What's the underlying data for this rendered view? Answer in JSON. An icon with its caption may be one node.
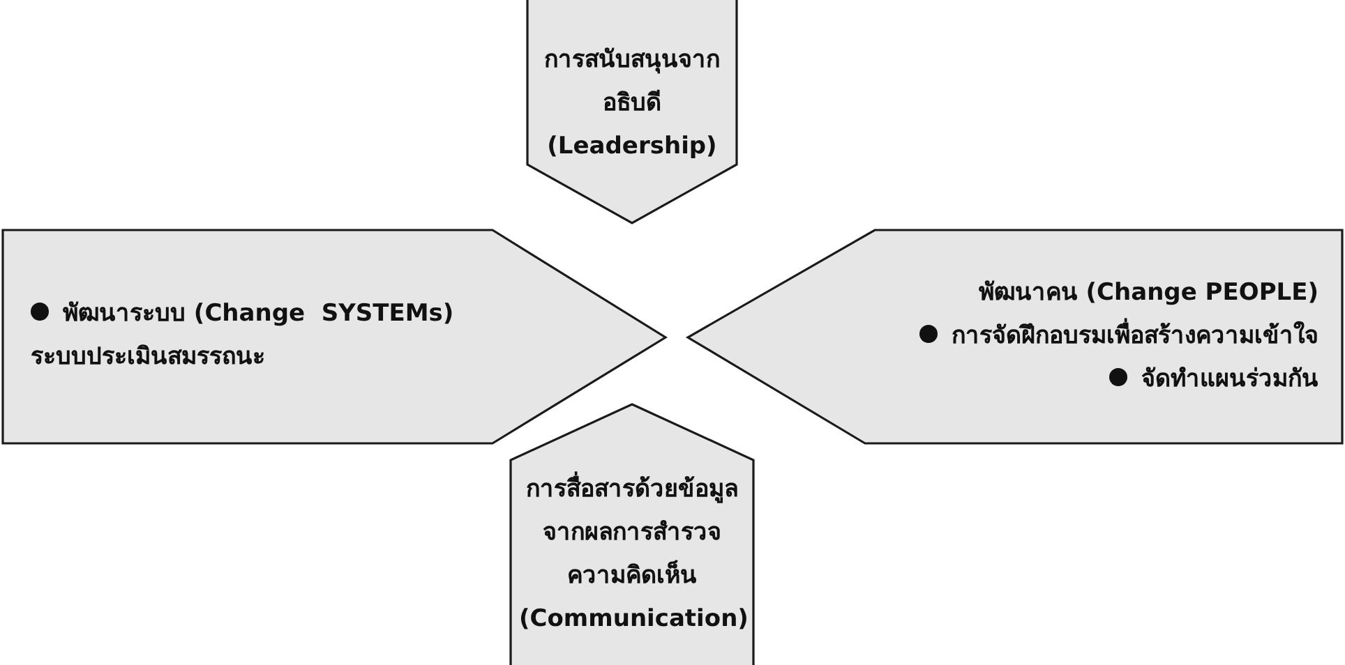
{
  "diagram": {
    "nodes": [
      {
        "text": [
          "การสนับสนุนจากอธิบดี (Leadership)"
        ]
      },
      {
        "text": [
          "พัฒนาระบบ (Change  SYSTEMs)",
          "ระบบประเมินสมรรถนะ"
        ]
      },
      {
        "text": [
          "พัฒนาคน (Change PEOPLE)",
          "การจัดฝึกอบรมเพื่อสร้างความเข้าใจ",
          "จัดทำแผนร่วมกัน"
        ]
      },
      {
        "text": [
          "การสื่อสารด้วยข้อมูลจากผลการสำรวจความคิดเห็น (Communication)"
        ]
      }
    ]
  }
}
